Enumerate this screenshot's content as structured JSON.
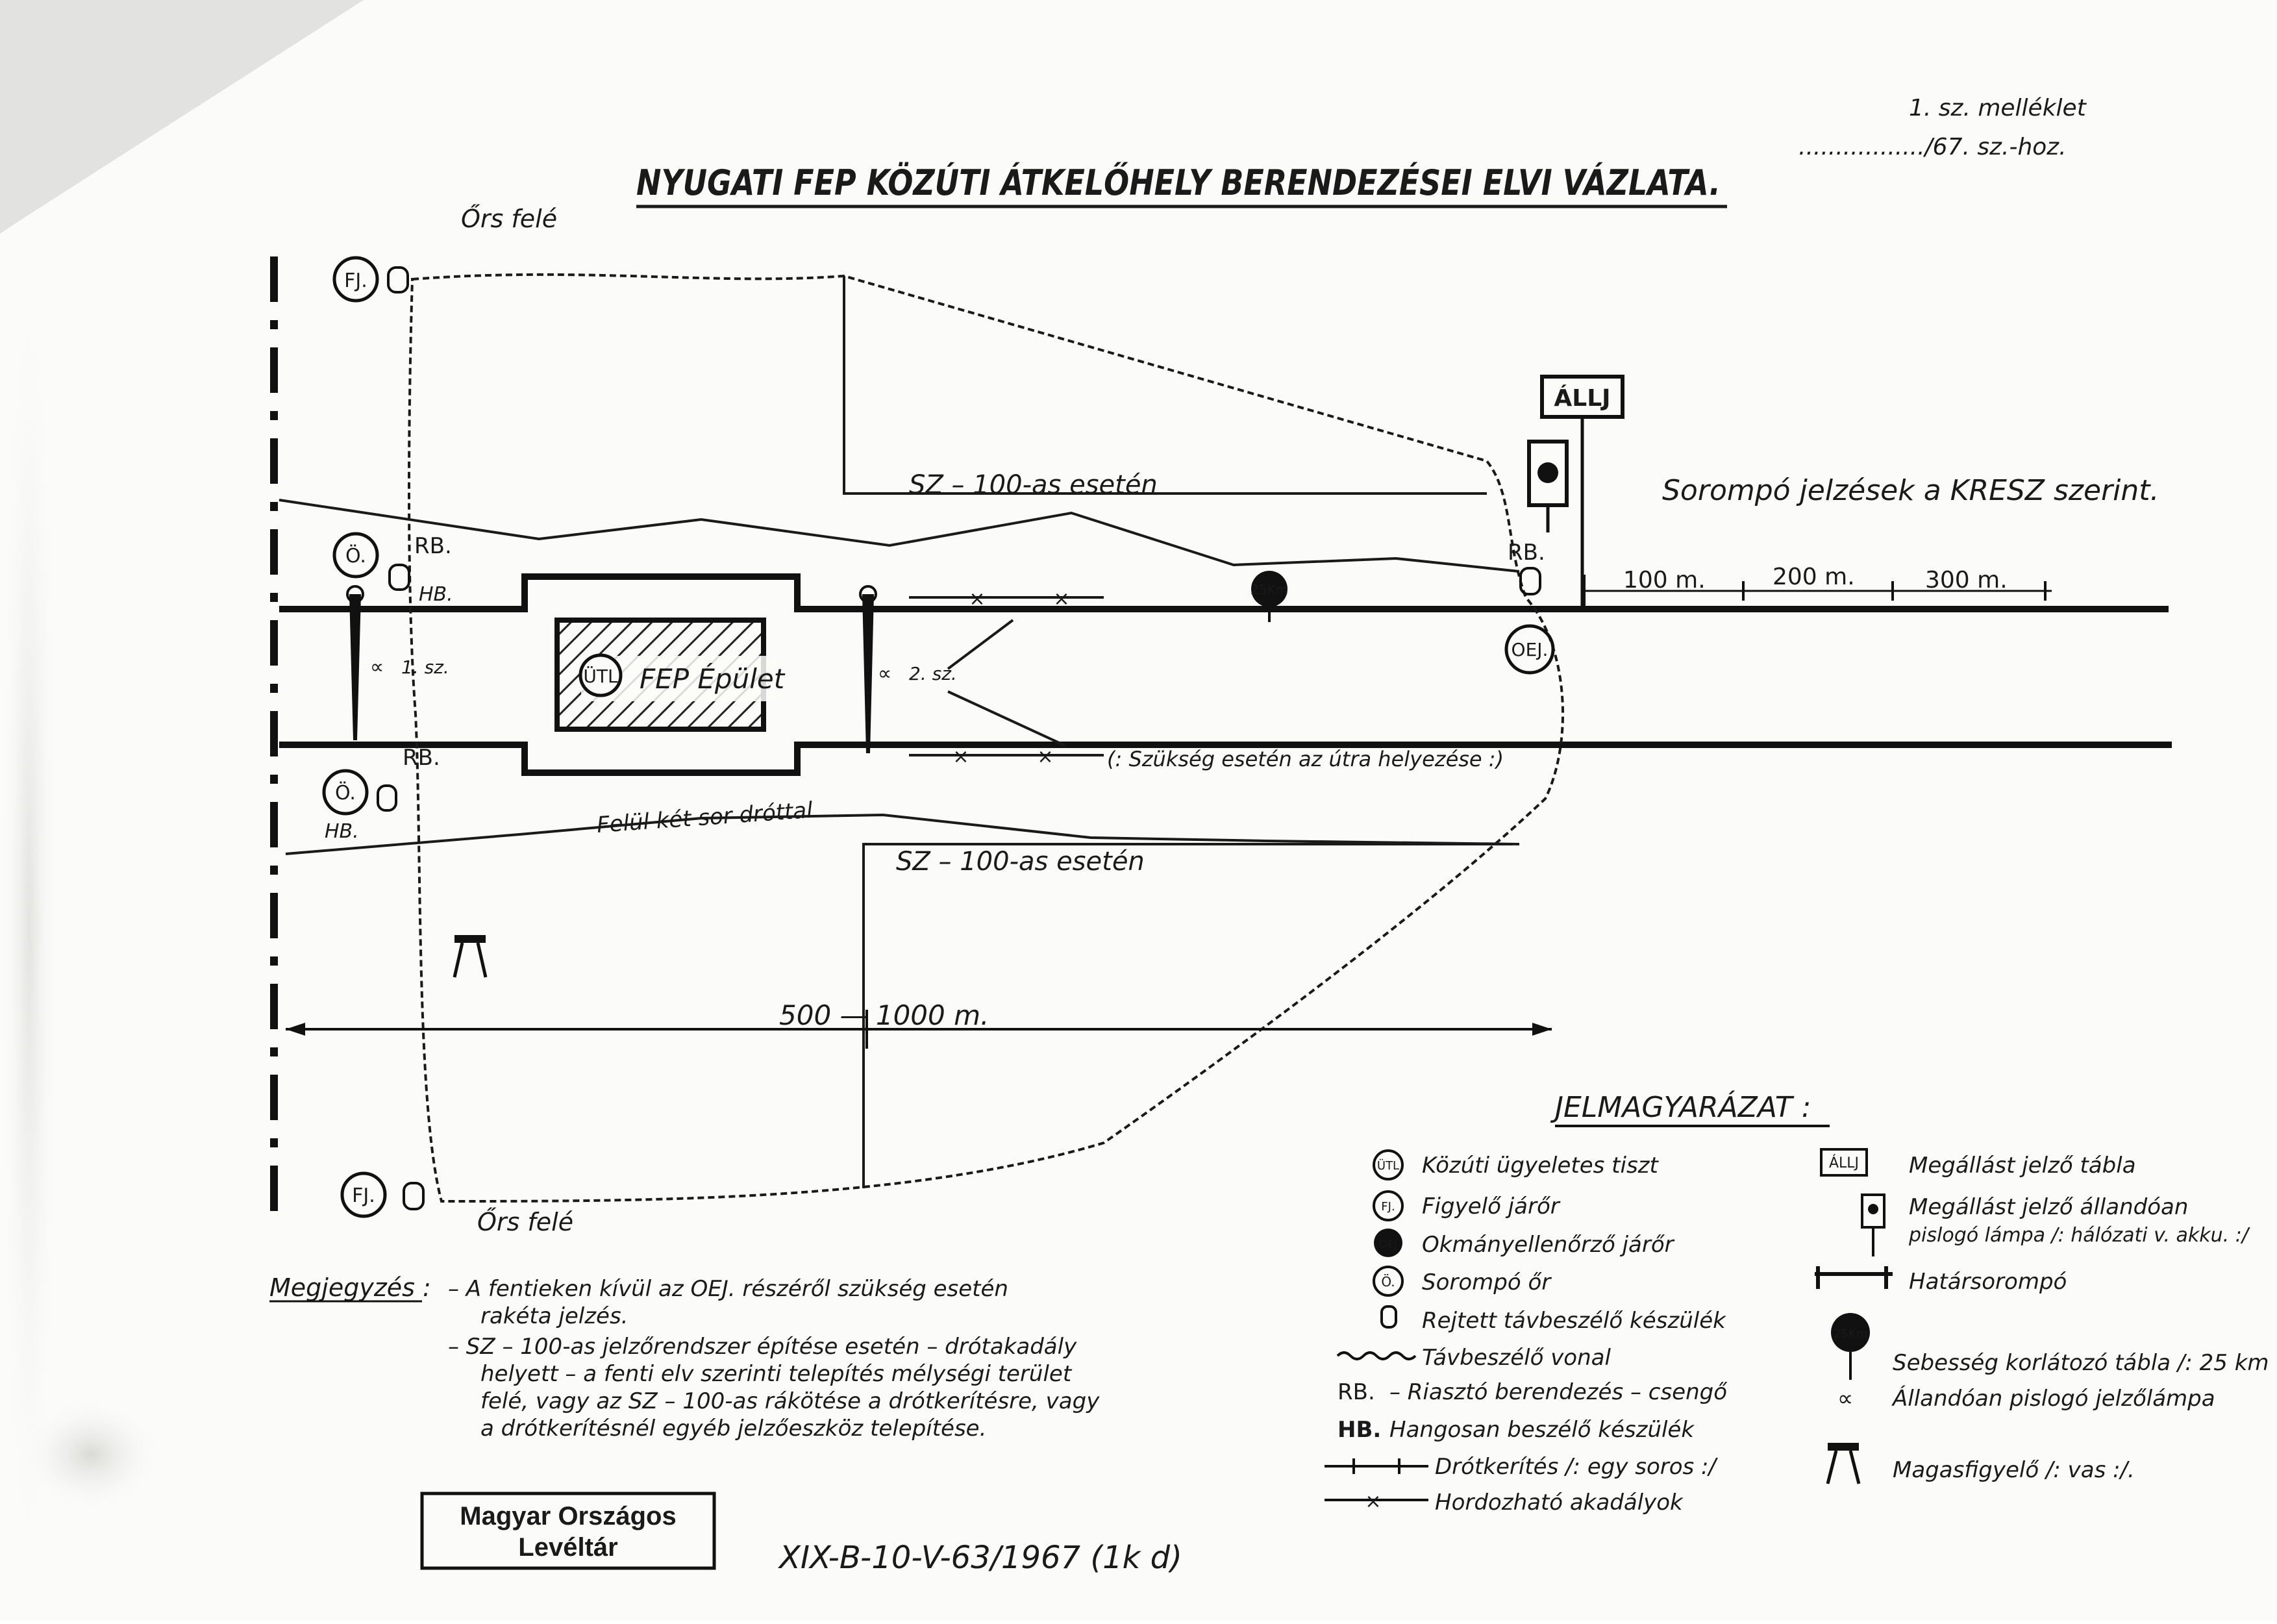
{
  "header": {
    "annex_line1": "1. sz. melléklet",
    "annex_line2": "................./67. sz.-hoz.",
    "title": "NYUGATI FEP KÖZÚTI ÁTKELŐHELY BERENDEZÉSEI ELVI VÁZLATA."
  },
  "diagram": {
    "ors_fele_top": "Őrs felé",
    "ors_fele_bottom": "Őrs felé",
    "fj": "FJ.",
    "o": "Ö.",
    "rb": "RB.",
    "hb": "HB.",
    "utl": "ÜTL",
    "fep_building": "FEP Épület",
    "lamp_1": "1. sz.",
    "lamp_2": "2. sz.",
    "oej": "OEJ.",
    "sz100_top": "SZ – 100-as esetén",
    "sz100_bottom": "SZ – 100-as esetén",
    "need_note": "(: Szükség esetén az útra helyezése :)",
    "felul_ket_sor": "Felül két sor dróttal",
    "allj": "ÁLLJ",
    "sarampo_jelzesek": "Sorompó jelzések a KRESZ szerint.",
    "dist_100": "100 m.",
    "dist_200": "200 m.",
    "dist_300": "300 m.",
    "dist_500_1000": "500 — 1000 m.",
    "speed_sign": "25Km"
  },
  "legend": {
    "title": "JELMAGYARÁZAT :",
    "left": [
      {
        "sym": "ÜTL",
        "text": "Közúti ügyeletes tiszt"
      },
      {
        "sym": "FJ.",
        "text": "Figyelő járőr"
      },
      {
        "sym": "OEJ",
        "text": "Okmányellenőrző járőr"
      },
      {
        "sym": "Ö.",
        "text": "Sorompó őr"
      },
      {
        "sym": "",
        "text": "Rejtett távbeszélő készülék"
      },
      {
        "sym": "",
        "text": "Távbeszélő vonal"
      },
      {
        "sym": "RB.",
        "text": "– Riasztó berendezés – csengő"
      },
      {
        "sym": "HB.",
        "text": "Hangosan beszélő készülék"
      },
      {
        "sym": "",
        "text": "Drótkerítés /: egy soros :/"
      },
      {
        "sym": "",
        "text": "Hordozható akadályok"
      }
    ],
    "right": [
      {
        "sym": "ÁLLJ",
        "text": "Megállást jelző tábla"
      },
      {
        "sym": "",
        "text": "Megállást jelző állandóan",
        "text2": "pislogó lámpa /: hálózati v. akku. :/"
      },
      {
        "sym": "",
        "text": "Határsorompó"
      },
      {
        "sym": "25Km",
        "text": "Sebesség korlátozó tábla /: 25 km"
      },
      {
        "sym": "",
        "text": "Állandóan pislogó jelzőlámpa"
      },
      {
        "sym": "",
        "text": "Magasfigyelő /: vas :/."
      }
    ]
  },
  "notes": {
    "label": "Megjegyzés :",
    "line1": "– A fentieken kívül az OEJ. részéről szükség esetén",
    "line2": "rakéta jelzés.",
    "line3": "– SZ – 100-as jelzőrendszer építése esetén – drótakadály",
    "line4": "helyett – a fenti elv szerinti telepítés mélységi terület",
    "line5": "felé, vagy az SZ – 100-as rákötése a drótkerítésre, vagy",
    "line6": "a drótkerítésnél egyéb jelzőeszköz telepítése."
  },
  "stamp": {
    "line1": "Magyar Országos",
    "line2": "Levéltár"
  },
  "archive_ref": "XIX-B-10-V-63/1967   (1k d)"
}
